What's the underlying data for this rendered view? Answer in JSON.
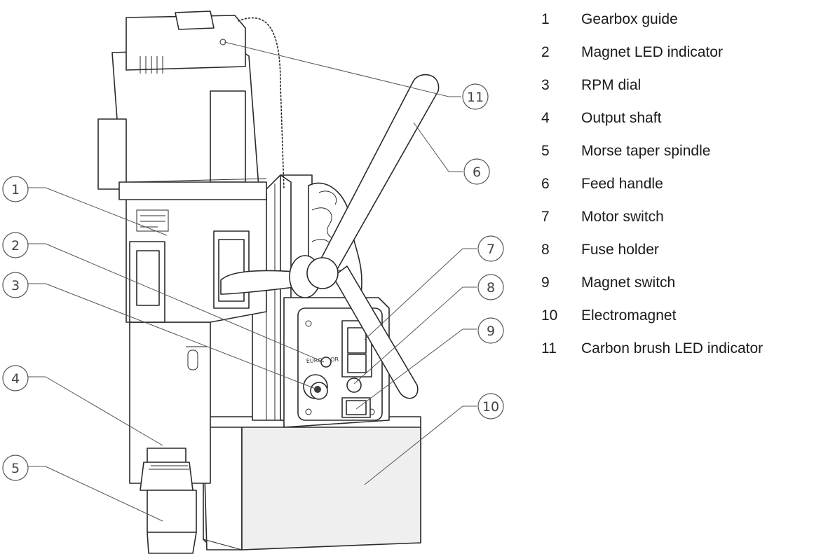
{
  "callouts": [
    {
      "num": "1",
      "label": "Gearbox guide"
    },
    {
      "num": "2",
      "label": "Magnet LED indicator"
    },
    {
      "num": "3",
      "label": "RPM dial"
    },
    {
      "num": "4",
      "label": "Output shaft"
    },
    {
      "num": "5",
      "label": "Morse taper spindle"
    },
    {
      "num": "6",
      "label": "Feed handle"
    },
    {
      "num": "7",
      "label": "Motor switch"
    },
    {
      "num": "8",
      "label": "Fuse holder"
    },
    {
      "num": "9",
      "label": "Magnet switch"
    },
    {
      "num": "10",
      "label": "Electromagnet"
    },
    {
      "num": "11",
      "label": "Carbon brush LED indicator"
    }
  ],
  "brand_text": "EUROBOOR"
}
